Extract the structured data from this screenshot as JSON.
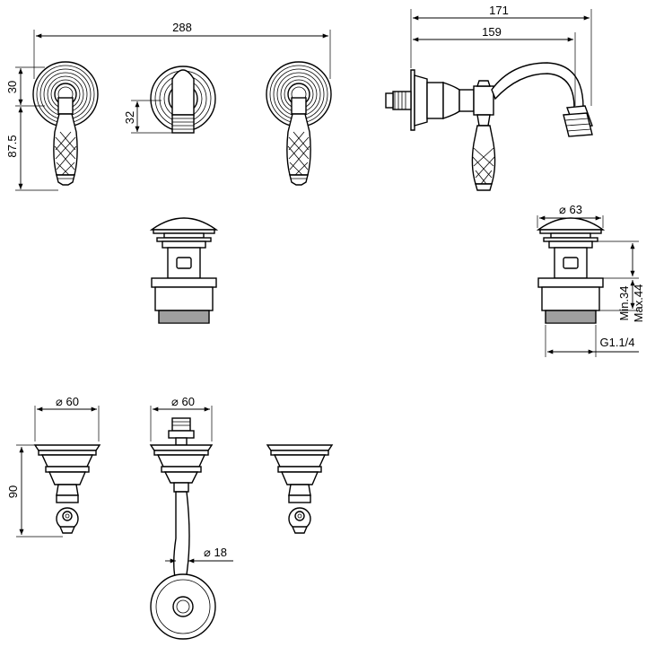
{
  "dimensions": {
    "overall_width": "288",
    "lever_cap_height": "30",
    "lever_handle_height": "87.5",
    "spout_stem_height": "32",
    "spout_projection_total": "171",
    "spout_projection": "159",
    "waste_diameter": "63",
    "waste_min": "Min.34",
    "waste_max": "Max.44",
    "waste_thread": "G1.1/4",
    "flange_diameter_left": "60",
    "flange_diameter_center": "60",
    "flange_height": "90",
    "spout_pipe_diameter": "18"
  }
}
